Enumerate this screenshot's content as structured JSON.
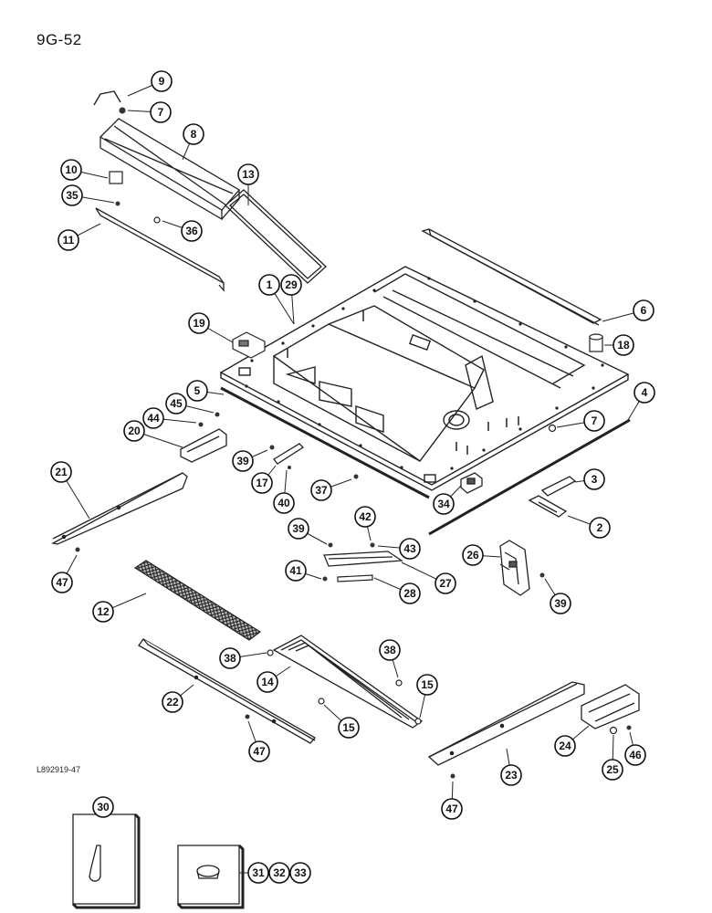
{
  "page_code": "9G-52",
  "drawing_id": "L892919-47",
  "callouts": [
    {
      "n": "9",
      "label": "9"
    },
    {
      "n": "7",
      "label": "7"
    },
    {
      "n": "8",
      "label": "8"
    },
    {
      "n": "10",
      "label": "10"
    },
    {
      "n": "13",
      "label": "13"
    },
    {
      "n": "35",
      "label": "35"
    },
    {
      "n": "36",
      "label": "36"
    },
    {
      "n": "11",
      "label": "11"
    },
    {
      "n": "1",
      "label": "1"
    },
    {
      "n": "29",
      "label": "29"
    },
    {
      "n": "6",
      "label": "6"
    },
    {
      "n": "19",
      "label": "19"
    },
    {
      "n": "18",
      "label": "18"
    },
    {
      "n": "5",
      "label": "5"
    },
    {
      "n": "4",
      "label": "4"
    },
    {
      "n": "45",
      "label": "45"
    },
    {
      "n": "44",
      "label": "44"
    },
    {
      "n": "7b",
      "label": "7"
    },
    {
      "n": "20",
      "label": "20"
    },
    {
      "n": "39",
      "label": "39"
    },
    {
      "n": "21",
      "label": "21"
    },
    {
      "n": "17",
      "label": "17"
    },
    {
      "n": "3",
      "label": "3"
    },
    {
      "n": "37",
      "label": "37"
    },
    {
      "n": "40",
      "label": "40"
    },
    {
      "n": "34",
      "label": "34"
    },
    {
      "n": "2",
      "label": "2"
    },
    {
      "n": "42",
      "label": "42"
    },
    {
      "n": "39b",
      "label": "39"
    },
    {
      "n": "43",
      "label": "43"
    },
    {
      "n": "26",
      "label": "26"
    },
    {
      "n": "47",
      "label": "47"
    },
    {
      "n": "41",
      "label": "41"
    },
    {
      "n": "27",
      "label": "27"
    },
    {
      "n": "28",
      "label": "28"
    },
    {
      "n": "39c",
      "label": "39"
    },
    {
      "n": "12",
      "label": "12"
    },
    {
      "n": "38",
      "label": "38"
    },
    {
      "n": "38b",
      "label": "38"
    },
    {
      "n": "14",
      "label": "14"
    },
    {
      "n": "15",
      "label": "15"
    },
    {
      "n": "22",
      "label": "22"
    },
    {
      "n": "15b",
      "label": "15"
    },
    {
      "n": "47b",
      "label": "47"
    },
    {
      "n": "24",
      "label": "24"
    },
    {
      "n": "46",
      "label": "46"
    },
    {
      "n": "23",
      "label": "23"
    },
    {
      "n": "25",
      "label": "25"
    },
    {
      "n": "47c",
      "label": "47"
    },
    {
      "n": "30",
      "label": "30"
    },
    {
      "n": "31",
      "label": "31"
    },
    {
      "n": "32",
      "label": "32"
    },
    {
      "n": "33",
      "label": "33"
    }
  ]
}
